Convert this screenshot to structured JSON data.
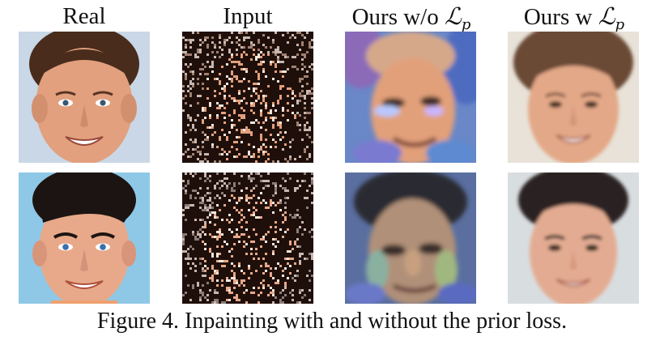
{
  "figure": {
    "columns": [
      {
        "id": "real",
        "label": "Real"
      },
      {
        "id": "input",
        "label": "Input"
      },
      {
        "id": "ours_wo",
        "label_prefix": "Ours w/o ",
        "math_symbol": "ℒ",
        "math_subscript": "p"
      },
      {
        "id": "ours_w",
        "label_prefix": "Ours w ",
        "math_symbol": "ℒ",
        "math_subscript": "p"
      }
    ],
    "rows": [
      {
        "id": "row1",
        "skin": "#e2a07e",
        "hair": "#4a2c1c",
        "bg": "#c9d7e6",
        "noise_seed": 7
      },
      {
        "id": "row2",
        "skin": "#e7a98a",
        "hair": "#1c1412",
        "bg": "#8fc8e6",
        "noise_seed": 19
      }
    ],
    "caption": "Figure 4. Inpainting with and without the prior loss."
  }
}
